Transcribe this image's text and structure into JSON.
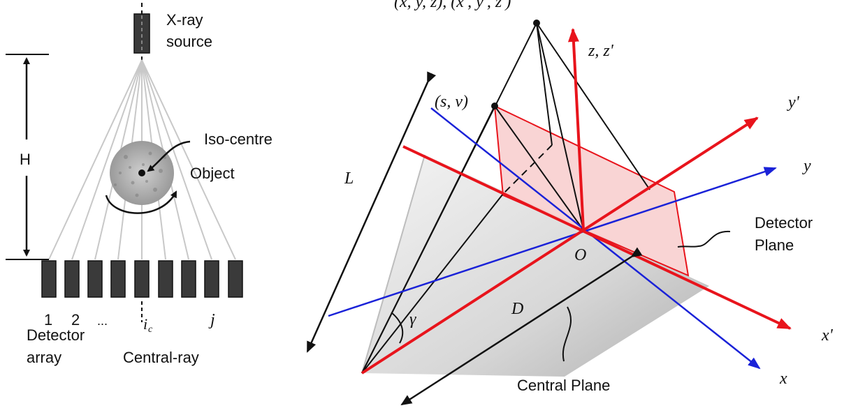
{
  "left_panel": {
    "source_label_line1": "X-ray",
    "source_label_line2": "source",
    "height_label": "H",
    "isocentre_label": "Iso-centre",
    "object_label": "Object",
    "detector_numbers": [
      "1",
      "2",
      "...",
      "i",
      "j"
    ],
    "detector_index_subscript": "c",
    "detector_array_line1": "Detector",
    "detector_array_line2": "array",
    "central_ray_label": "Central-ray"
  },
  "right_panel": {
    "source_point_label": "(x, y, z), (x', y', z')",
    "projection_point_label": "(s, v)",
    "z_axis_label": "z, z'",
    "yprime_axis_label": "y'",
    "y_axis_label": "y",
    "xprime_axis_label": "x'",
    "x_axis_label": "x",
    "origin_label": "O",
    "L_label": "L",
    "D_label": "D",
    "gamma_label": "γ",
    "detector_plane_line1": "Detector",
    "detector_plane_line2": "Plane",
    "central_plane_label": "Central Plane"
  },
  "colors": {
    "red_axes": "#e8141c",
    "blue_axes": "#1a22d8",
    "black": "#111111",
    "fan_gray": "#c8c8c8",
    "detector_fill": "#3a3a3a",
    "plane_pink": "#f7c9c9"
  }
}
